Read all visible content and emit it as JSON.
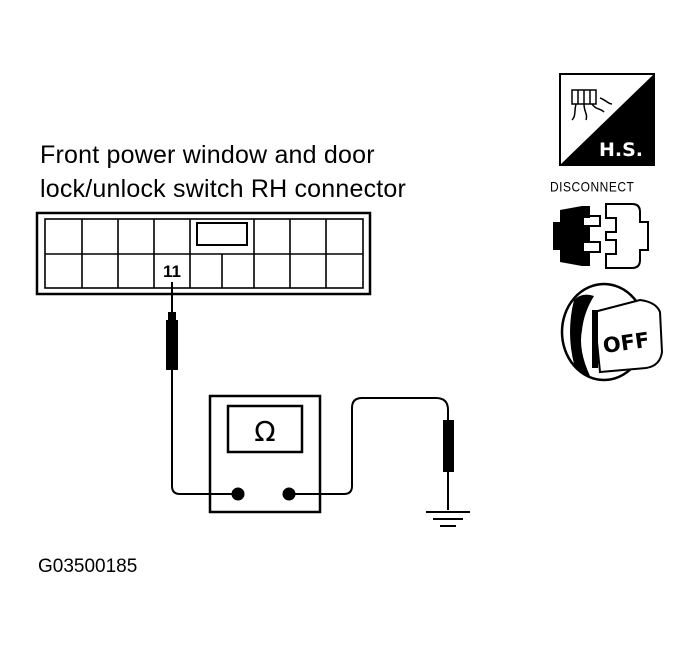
{
  "title": {
    "line1": "Front power window and door",
    "line2": "lock/unlock switch RH connector"
  },
  "connector": {
    "terminal_label": "11"
  },
  "meter": {
    "symbol": "Ω"
  },
  "badges": {
    "hs_label": "H.S.",
    "disconnect_label": "DISCONNECT",
    "off_label": "OFF"
  },
  "figure_id": "G03500185",
  "icons": [
    "harness-hs-icon",
    "connector-disconnect-icon",
    "ignition-off-icon",
    "ground-icon",
    "probe-icon"
  ]
}
